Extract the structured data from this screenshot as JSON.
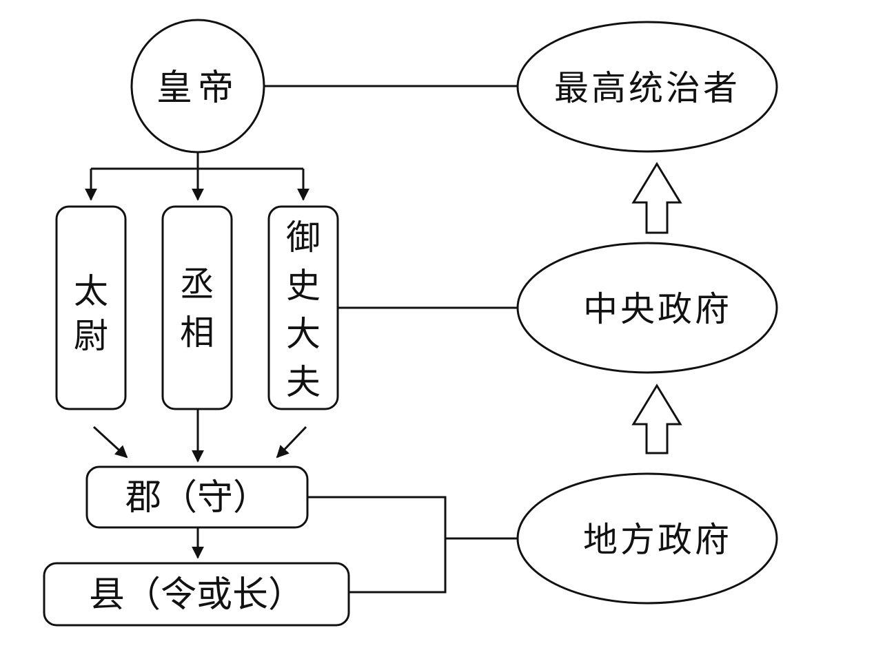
{
  "nodes": {
    "emperor": "皇帝",
    "taiwei": "太尉",
    "chengxiang": "丞相",
    "yushi_dafu": "御史大夫",
    "jun": "郡（守）",
    "xian": "县（令或长）"
  },
  "categories": {
    "supreme_ruler": "最高统治者",
    "central_government": "中央政府",
    "local_government": "地方政府"
  },
  "colors": {
    "line": "#111111",
    "background": "#ffffff"
  }
}
